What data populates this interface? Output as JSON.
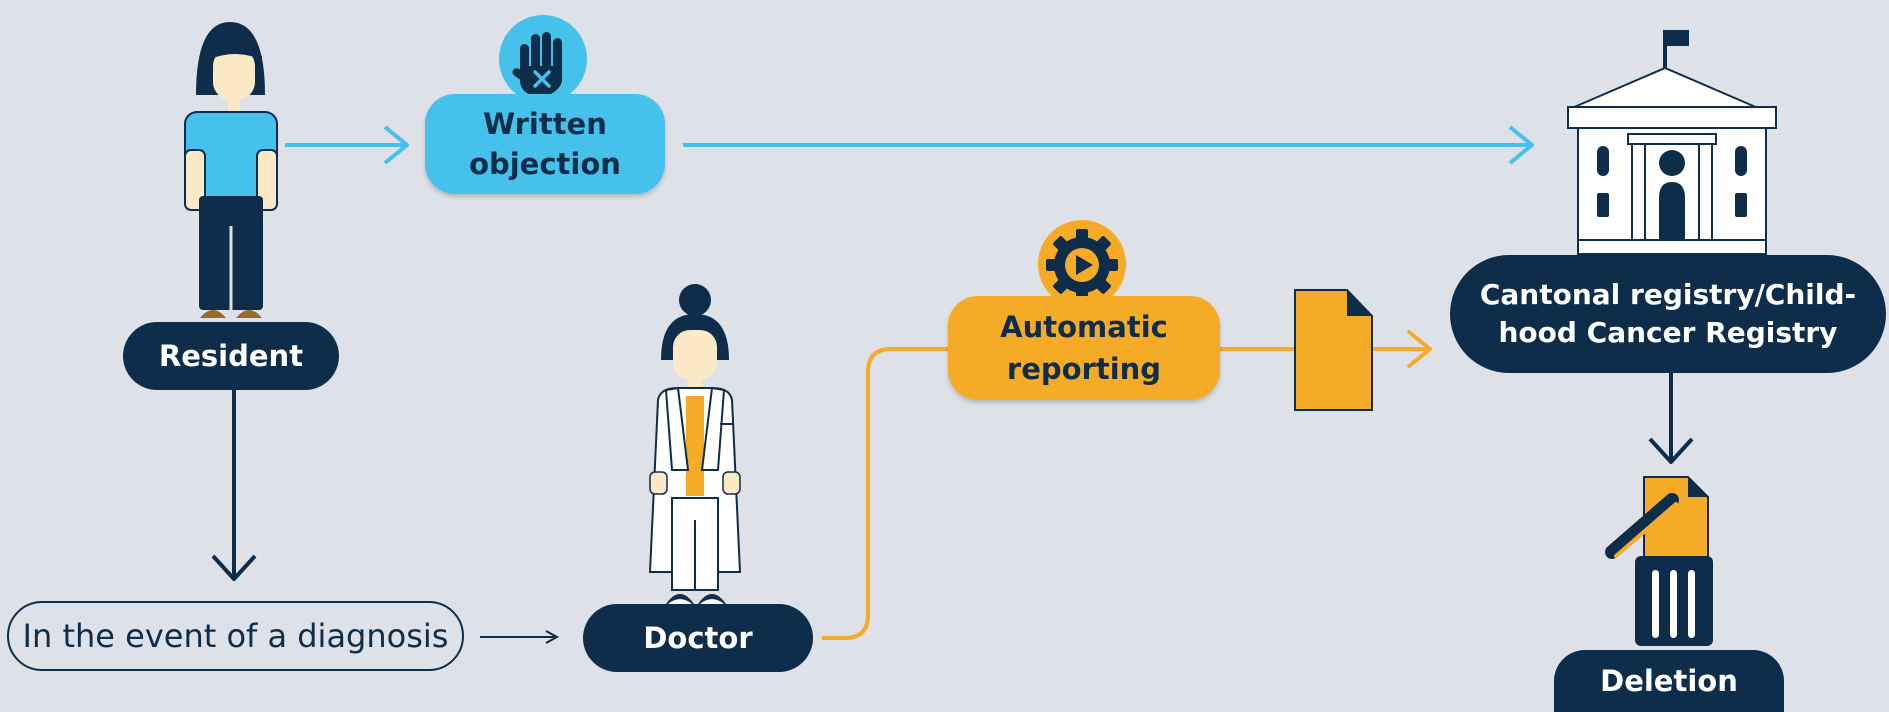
{
  "nodes": {
    "resident": "Resident",
    "written_objection": "Written\nobjection",
    "diagnosis_event": "In the event of a diagnosis",
    "doctor": "Doctor",
    "automatic_reporting": "Automatic\nreporting",
    "registry": "Cantonal registry/Child-\nhood Cancer Registry",
    "deletion": "Deletion"
  },
  "colors": {
    "background": "#dfe1e8",
    "navy": "#0e2d4a",
    "blue": "#45c1ec",
    "orange": "#f5ab26"
  },
  "icons": {
    "objection": "hand-stop-icon",
    "reporting": "gear-play-icon",
    "registry": "government-building-icon",
    "report": "document-icon",
    "deletion": "document-shredder-icon"
  }
}
